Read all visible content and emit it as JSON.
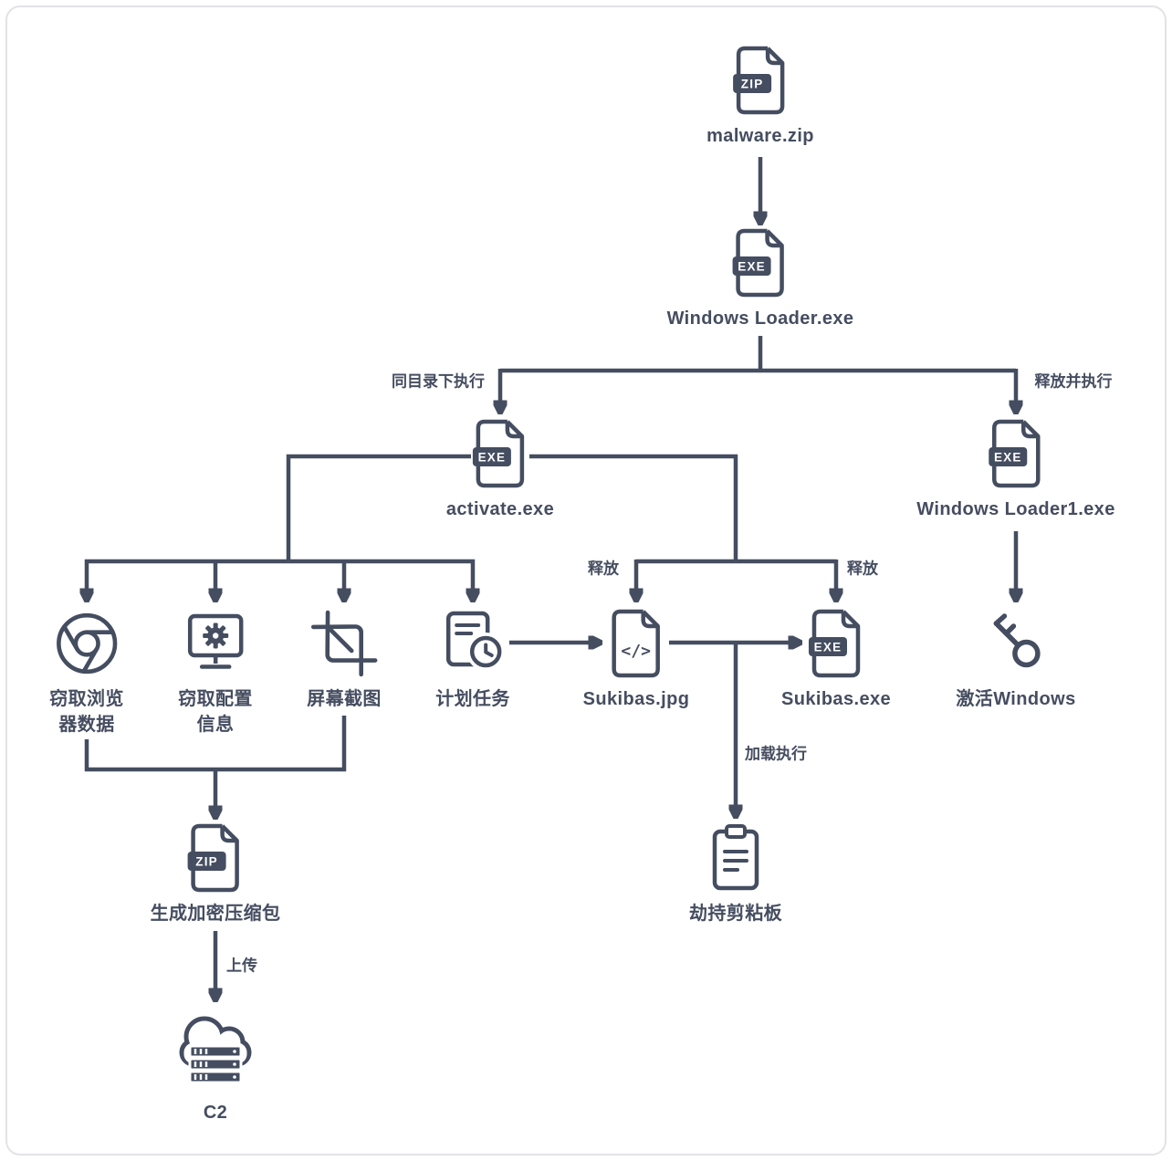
{
  "accent_color": "#454d60",
  "icons": {
    "zip_badge": "ZIP",
    "exe_badge": "EXE",
    "code_glyph": "</>"
  },
  "nodes": {
    "malware_zip": {
      "label": "malware.zip",
      "icon": "zip-file"
    },
    "windows_loader": {
      "label": "Windows Loader.exe",
      "icon": "exe-file"
    },
    "activate": {
      "label": "activate.exe",
      "icon": "exe-file"
    },
    "windows_loader1": {
      "label": "Windows Loader1.exe",
      "icon": "exe-file"
    },
    "steal_browser": {
      "label": "窃取浏览\n器数据",
      "icon": "chrome-browser"
    },
    "steal_config": {
      "label": "窃取配置\n信息",
      "icon": "monitor-gear"
    },
    "screenshot": {
      "label": "屏幕截图",
      "icon": "crop"
    },
    "scheduled_task": {
      "label": "计划任务",
      "icon": "document-clock"
    },
    "sukibas_jpg": {
      "label": "Sukibas.jpg",
      "icon": "code-file"
    },
    "sukibas_exe": {
      "label": "Sukibas.exe",
      "icon": "exe-file"
    },
    "activate_windows": {
      "label": "激活Windows",
      "icon": "key"
    },
    "make_archive": {
      "label": "生成加密压缩包",
      "icon": "zip-file"
    },
    "clipboard_hijack": {
      "label": "劫持剪粘板",
      "icon": "clipboard"
    },
    "c2": {
      "label": "C2",
      "icon": "cloud-server"
    }
  },
  "edge_labels": {
    "exec_same_dir": "同目录下执行",
    "drop_and_exec": "释放并执行",
    "drop_jpg": "释放",
    "drop_exe": "释放",
    "load_exec": "加载执行",
    "upload": "上传"
  },
  "edges": [
    {
      "from": "malware_zip",
      "to": "windows_loader"
    },
    {
      "from": "windows_loader",
      "to": "activate",
      "label": "同目录下执行"
    },
    {
      "from": "windows_loader",
      "to": "windows_loader1",
      "label": "释放并执行"
    },
    {
      "from": "activate",
      "to": "steal_browser"
    },
    {
      "from": "activate",
      "to": "steal_config"
    },
    {
      "from": "activate",
      "to": "screenshot"
    },
    {
      "from": "activate",
      "to": "scheduled_task"
    },
    {
      "from": "activate",
      "to": "sukibas_jpg",
      "label": "释放"
    },
    {
      "from": "activate",
      "to": "sukibas_exe",
      "label": "释放"
    },
    {
      "from": "scheduled_task",
      "to": "sukibas_jpg"
    },
    {
      "from": "sukibas_jpg",
      "to": "sukibas_exe"
    },
    {
      "from": "sukibas_jpg",
      "to": "clipboard_hijack",
      "label": "加载执行"
    },
    {
      "from": "windows_loader1",
      "to": "activate_windows"
    },
    {
      "from": "steal_browser",
      "to": "make_archive"
    },
    {
      "from": "steal_config",
      "to": "make_archive"
    },
    {
      "from": "screenshot",
      "to": "make_archive"
    },
    {
      "from": "make_archive",
      "to": "c2",
      "label": "上传"
    }
  ]
}
